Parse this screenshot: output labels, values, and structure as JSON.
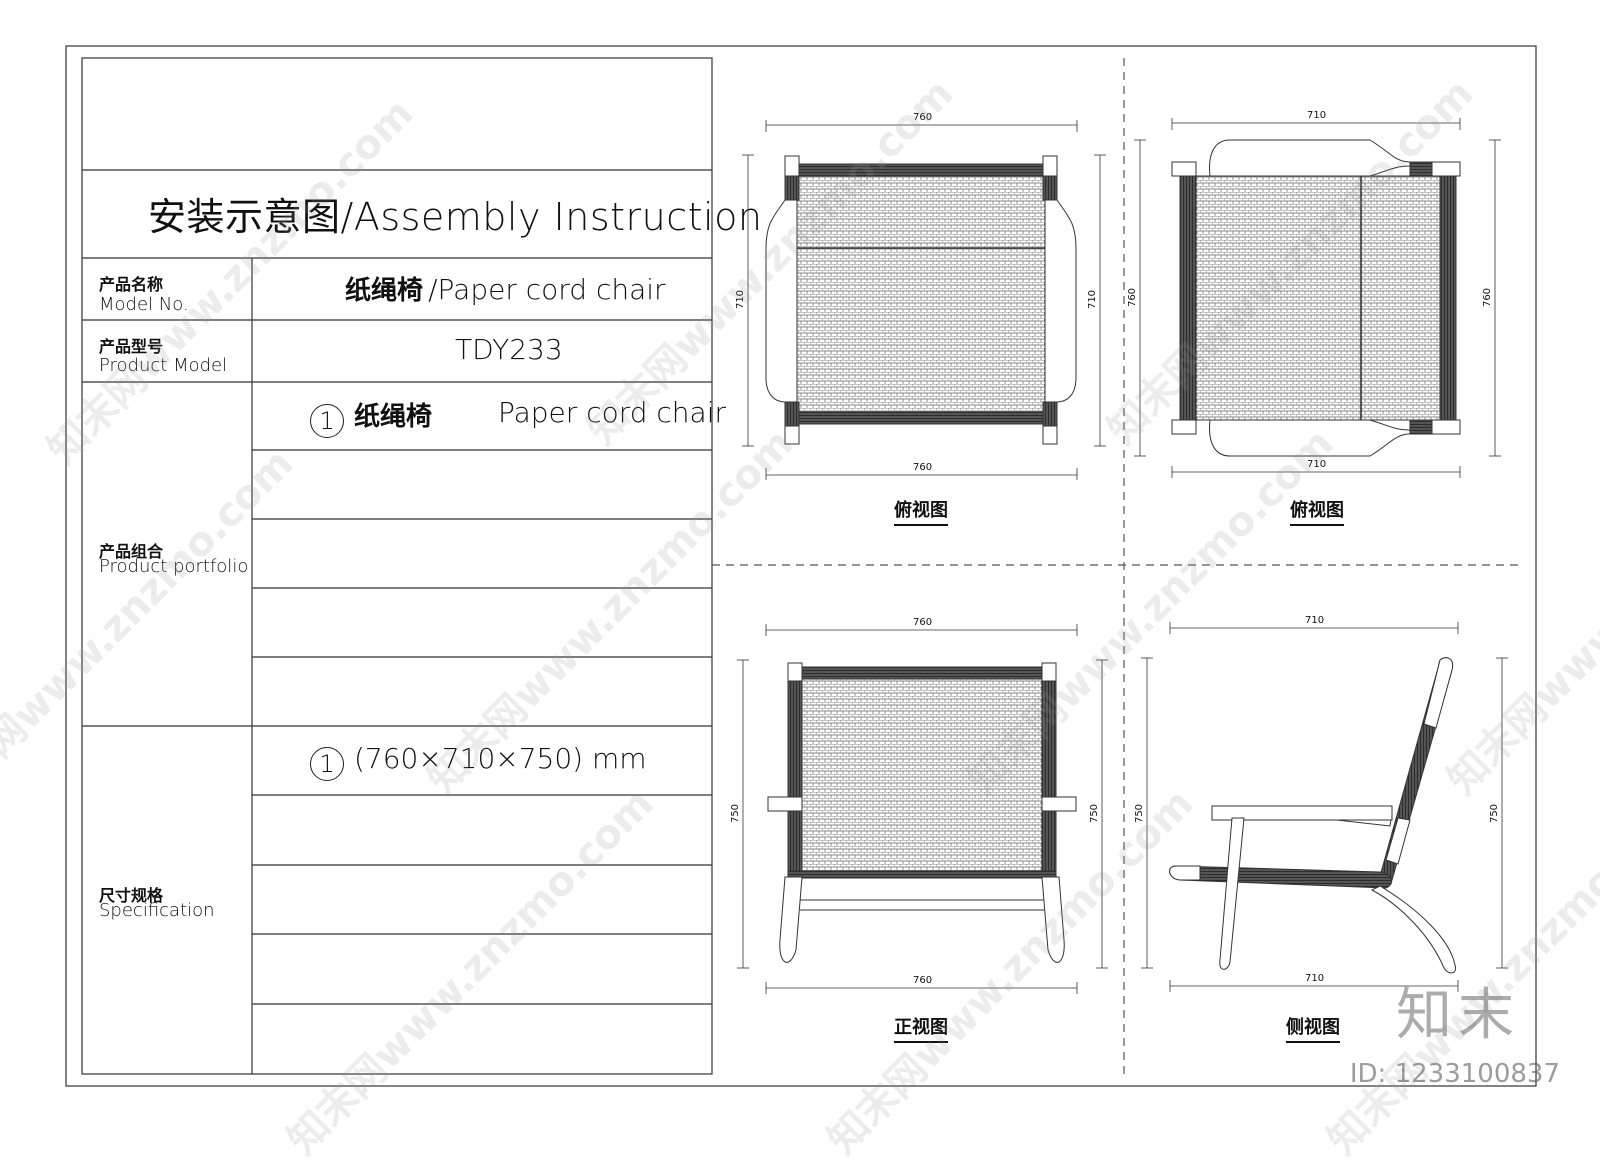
{
  "title_cn": "安装示意图",
  "title_en": "/Assembly Instruction",
  "rows": {
    "model_no": {
      "label_cn": "产品名称",
      "label_en": "Model No.",
      "value_cn": "纸绳椅",
      "value_en": "/Paper cord chair"
    },
    "product_model": {
      "label_cn": "产品型号",
      "label_en": "Product Model",
      "value": "TDY233"
    },
    "portfolio": {
      "label_cn": "产品组合",
      "label_en": "Product portfolio",
      "item_number": "1",
      "item_cn": "纸绳椅",
      "item_en": "Paper cord chair"
    },
    "spec": {
      "label_cn": "尺寸规格",
      "label_en": "Specification",
      "item_number": "1",
      "item_value": "(760×710×750) mm"
    }
  },
  "views": {
    "top_left": {
      "caption": "俯视图",
      "dim_top": "760",
      "dim_bottom": "760",
      "dim_left": "710",
      "dim_right": "710"
    },
    "top_right": {
      "caption": "俯视图",
      "dim_top": "710",
      "dim_bottom": "710",
      "dim_left": "760",
      "dim_right": "760"
    },
    "front": {
      "caption": "正视图",
      "dim_top": "760",
      "dim_bottom": "760",
      "dim_left": "750",
      "dim_right": "750"
    },
    "side": {
      "caption": "侧视图",
      "dim_top": "710",
      "dim_bottom": "710",
      "dim_left": "750",
      "dim_right": "750"
    }
  },
  "watermark": {
    "text": "知末网www.znzmo.com",
    "logo": "知末",
    "id": "ID: 1233100837"
  }
}
